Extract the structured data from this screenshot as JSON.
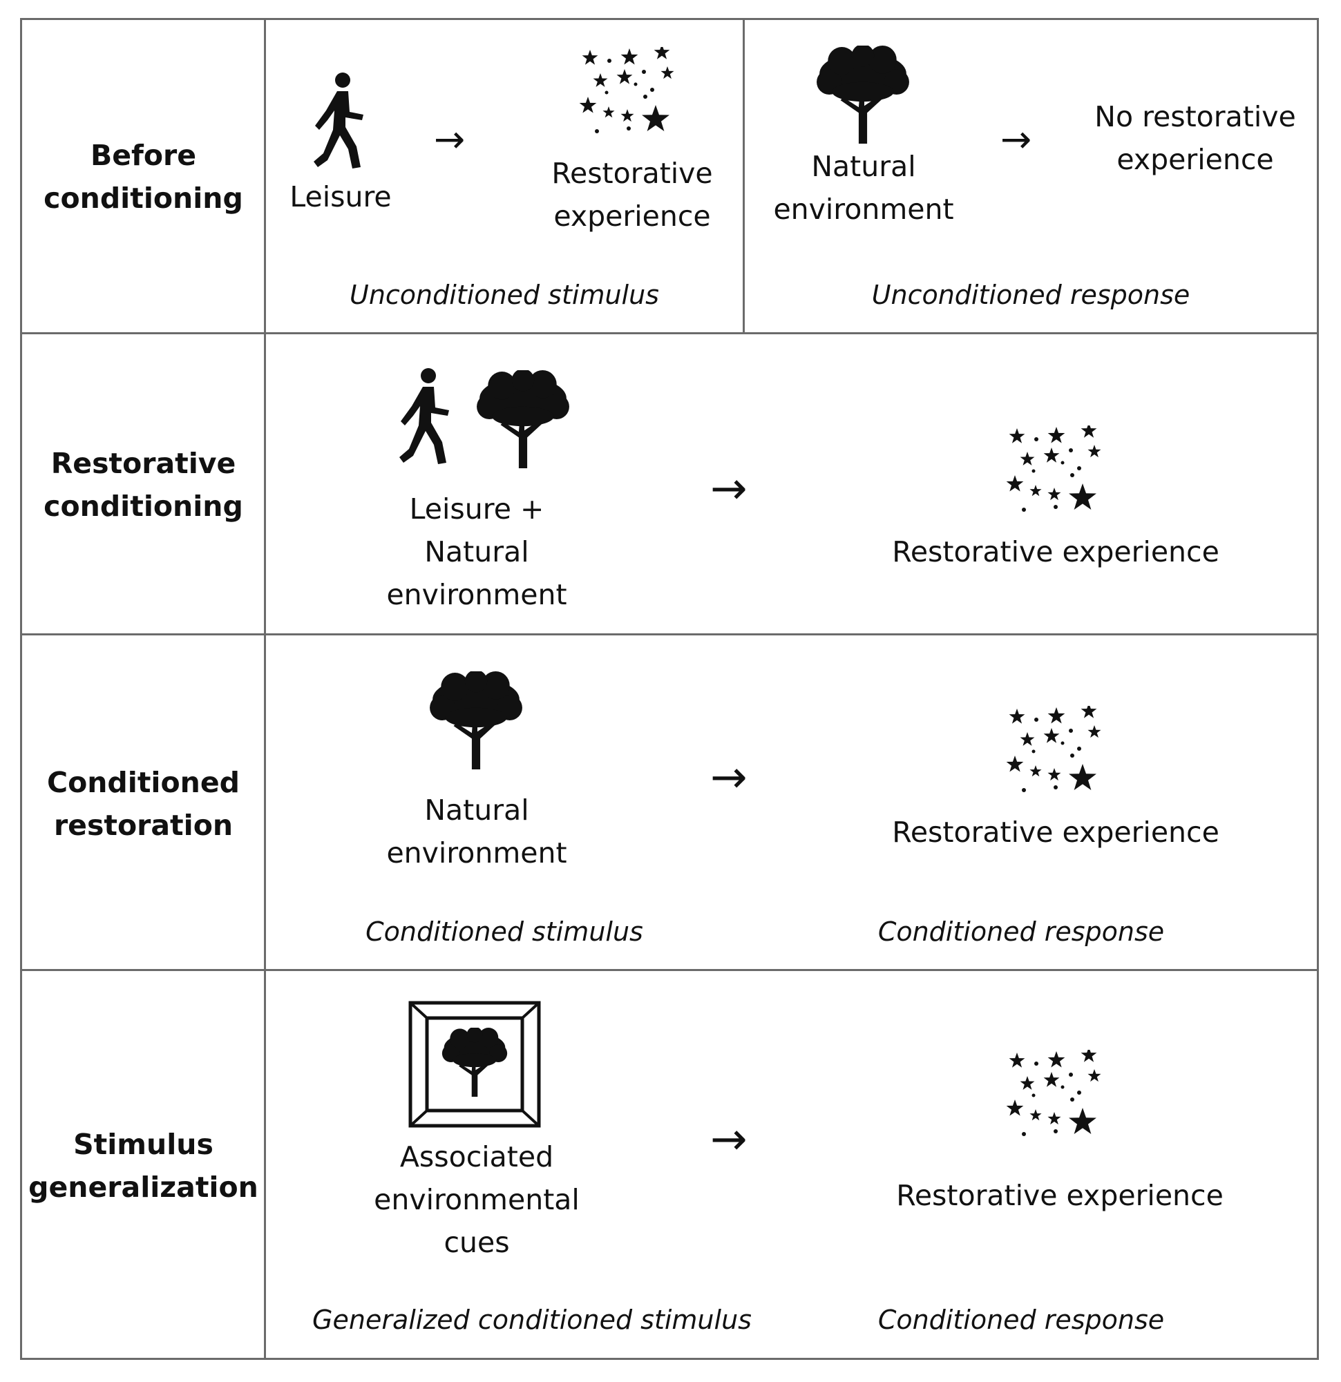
{
  "rows": [
    {
      "label": [
        "Before",
        "conditioning"
      ],
      "cells": {
        "leisure": "Leisure",
        "restorative": [
          "Restorative",
          "experience"
        ],
        "natural": [
          "Natural",
          "environment"
        ],
        "no_restorative": [
          "No restorative",
          "experience"
        ],
        "caption_left": "Unconditioned stimulus",
        "caption_right": "Unconditioned response"
      }
    },
    {
      "label": [
        "Restorative",
        "conditioning"
      ],
      "cells": {
        "stimulus": [
          "Leisure +",
          "Natural",
          "environment"
        ],
        "response": "Restorative experience"
      }
    },
    {
      "label": [
        "Conditioned",
        "restoration"
      ],
      "cells": {
        "stimulus": [
          "Natural",
          "environment"
        ],
        "response": "Restorative experience",
        "caption_left": "Conditioned stimulus",
        "caption_right": "Conditioned response"
      }
    },
    {
      "label": [
        "Stimulus",
        "generalization"
      ],
      "cells": {
        "stimulus": [
          "Associated",
          "environmental",
          "cues"
        ],
        "response": "Restorative experience",
        "caption_left": "Generalized conditioned stimulus",
        "caption_right": "Conditioned response"
      }
    }
  ],
  "arrow_glyph": "→",
  "icons": [
    "walking-person-icon",
    "tree-icon",
    "stars-icon",
    "framed-tree-icon"
  ],
  "colors": {
    "border": "#6b6b6b",
    "ink": "#111111"
  }
}
